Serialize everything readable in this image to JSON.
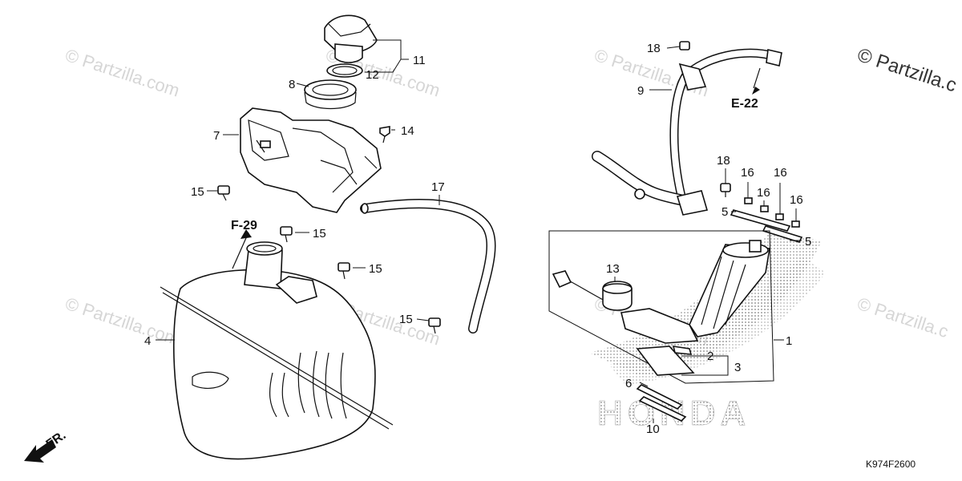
{
  "watermark": {
    "text": "© Partzilla.com",
    "corner_text": "© Partzilla.c"
  },
  "brand_logo_text": "HONDA",
  "diagram_code": "K974F2600",
  "front_marker": "FR.",
  "refs": {
    "f29": "F-29",
    "e22": "E-22"
  },
  "callouts": {
    "c1": "1",
    "c2": "2",
    "c3": "3",
    "c4": "4",
    "c5a": "5",
    "c5b": "5",
    "c6": "6",
    "c7": "7",
    "c8": "8",
    "c9": "9",
    "c10": "10",
    "c11": "11",
    "c12": "12",
    "c13": "13",
    "c14": "14",
    "c15a": "15",
    "c15b": "15",
    "c15c": "15",
    "c15d": "15",
    "c16a": "16",
    "c16b": "16",
    "c16c": "16",
    "c16d": "16",
    "c17": "17",
    "c18a": "18",
    "c18b": "18"
  },
  "colors": {
    "line": "#111111",
    "watermark": "#d6d6d6",
    "logo_dots": "#9a9a9a"
  }
}
